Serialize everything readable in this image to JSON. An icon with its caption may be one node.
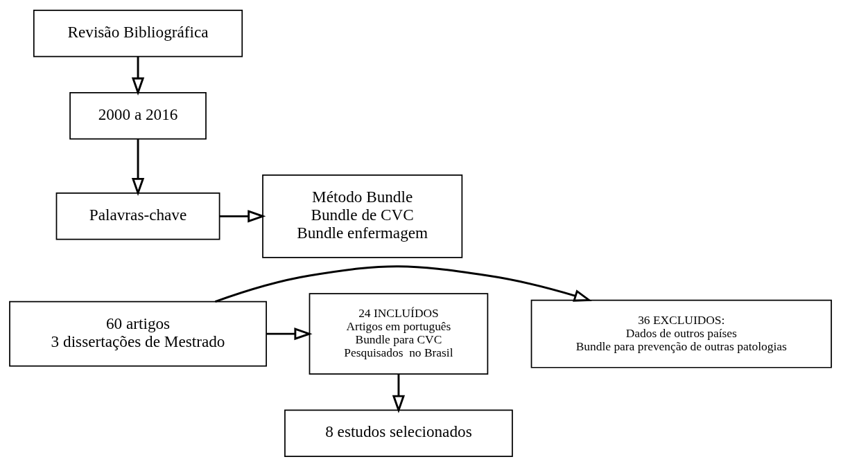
{
  "diagram": {
    "nodes": [
      {
        "text": [
          "Revisão Bibliográfica"
        ]
      },
      {
        "text": [
          "2000 a 2016"
        ]
      },
      {
        "text": [
          "Palavras-chave"
        ]
      },
      {
        "text": [
          "Método Bundle",
          "Bundle de CVC",
          "Bundle enfermagem"
        ]
      },
      {
        "text": [
          "60 artigos",
          "3 dissertações de Mestrado"
        ]
      },
      {
        "text": [
          "36 EXCLUIDOS:",
          "Dados de outros países",
          "Bundle para prevenção de outras patologias"
        ]
      },
      {
        "text": [
          "24 INCLUÍDOS",
          "Artigos em português",
          "Bundle para CVC",
          "Pesquisados  no Brasil"
        ]
      },
      {
        "text": [
          "8 estudos selecionados"
        ]
      }
    ],
    "edges": [
      {
        "from": 0,
        "to": 1,
        "arrow": "to"
      },
      {
        "from": 1,
        "to": 2,
        "arrow": "to"
      },
      {
        "from": 2,
        "to": 3,
        "arrow": "to"
      },
      {
        "from": 4,
        "to": 5,
        "arrow": "to"
      },
      {
        "from": 4,
        "to": 6,
        "arrow": "to"
      },
      {
        "from": 6,
        "to": 7,
        "arrow": "to"
      }
    ]
  }
}
